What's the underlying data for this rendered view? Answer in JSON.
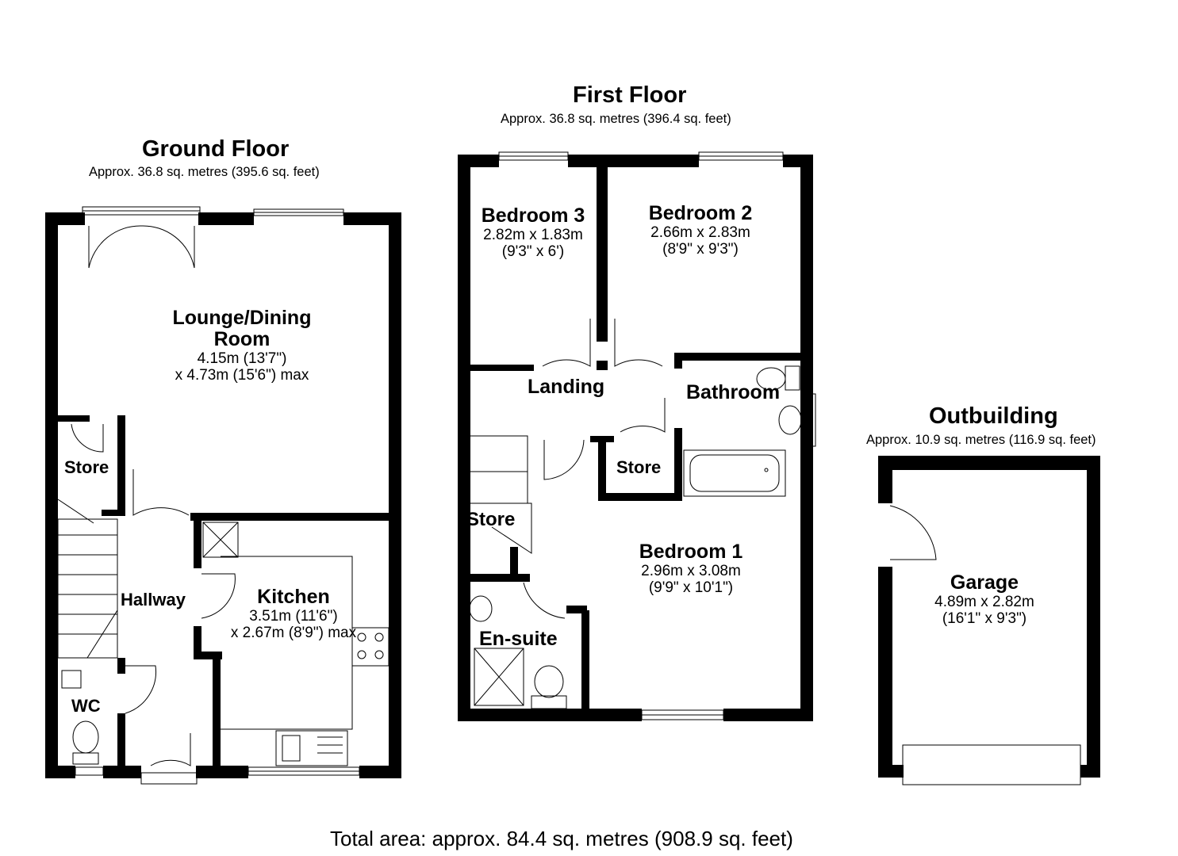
{
  "total_area": "Total area: approx. 84.4 sq. metres (908.9 sq. feet)",
  "floors": {
    "ground": {
      "title": "Ground Floor",
      "area": "Approx. 36.8 sq. metres (395.6 sq. feet)",
      "rooms": {
        "lounge": {
          "name_1": "Lounge/Dining",
          "name_2": "Room",
          "dim_1": "4.15m (13'7\")",
          "dim_2": "x 4.73m (15'6\") max"
        },
        "store": {
          "name": "Store"
        },
        "hallway": {
          "name": "Hallway"
        },
        "kitchen": {
          "name": "Kitchen",
          "dim_1": "3.51m (11'6\")",
          "dim_2": "x 2.67m (8'9\") max"
        },
        "wc": {
          "name": "WC"
        }
      }
    },
    "first": {
      "title": "First Floor",
      "area": "Approx. 36.8 sq. metres (396.4 sq. feet)",
      "rooms": {
        "bedroom3": {
          "name": "Bedroom 3",
          "dim_1": "2.82m x 1.83m",
          "dim_2": "(9'3\" x 6')"
        },
        "bedroom2": {
          "name": "Bedroom 2",
          "dim_1": "2.66m x 2.83m",
          "dim_2": "(8'9\" x 9'3\")"
        },
        "landing": {
          "name": "Landing"
        },
        "bathroom": {
          "name": "Bathroom"
        },
        "store_1": {
          "name": "Store"
        },
        "store_2": {
          "name": "Store"
        },
        "bedroom1": {
          "name": "Bedroom 1",
          "dim_1": "2.96m x 3.08m",
          "dim_2": "(9'9\" x 10'1\")"
        },
        "ensuite": {
          "name": "En-suite"
        }
      }
    },
    "outbuilding": {
      "title": "Outbuilding",
      "area": "Approx. 10.9 sq. metres (116.9 sq. feet)",
      "rooms": {
        "garage": {
          "name": "Garage",
          "dim_1": "4.89m x 2.82m",
          "dim_2": "(16'1\" x 9'3\")"
        }
      }
    }
  }
}
